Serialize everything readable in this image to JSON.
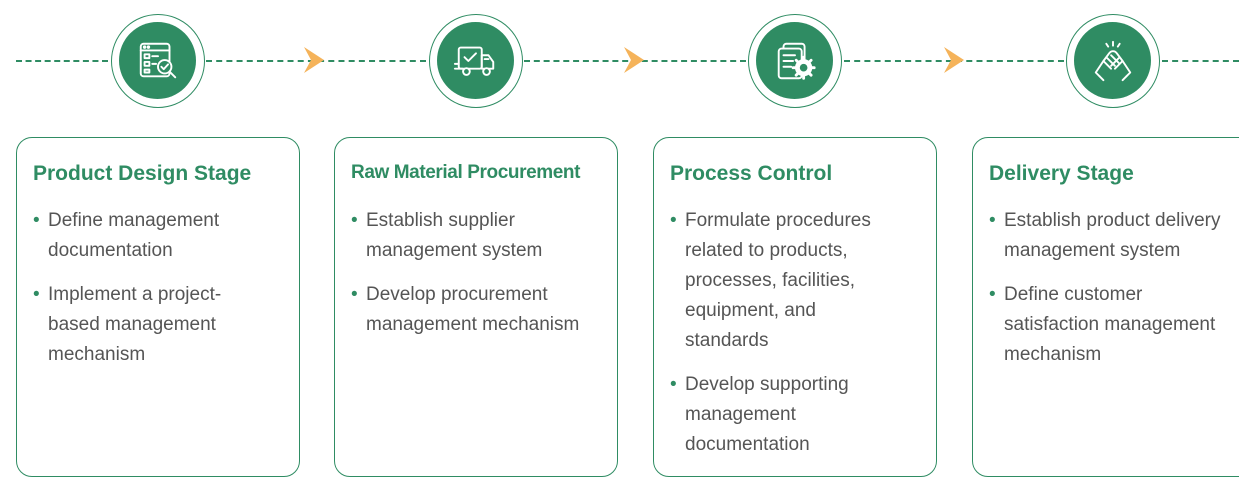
{
  "colors": {
    "accent": "#2f8c63",
    "arrow": "#f5b35a",
    "text": "#555555"
  },
  "stages": [
    {
      "title": "Product Design Stage",
      "icon": "design-document-icon",
      "bullets": [
        {
          "lines": [
            "Define management",
            "documentation"
          ]
        },
        {
          "lines": [
            "Implement a project-",
            "based management",
            "mechanism"
          ]
        }
      ]
    },
    {
      "title": "Raw Material Procurement",
      "icon": "delivery-truck-icon",
      "bullets": [
        {
          "lines": [
            "Establish supplier",
            "management system"
          ]
        },
        {
          "lines": [
            "Develop procurement",
            "management mechanism"
          ]
        }
      ]
    },
    {
      "title": "Process Control",
      "icon": "document-gear-icon",
      "bullets": [
        {
          "lines": [
            "Formulate procedures",
            "related to products,",
            "processes, facilities,",
            "equipment, and",
            "standards"
          ]
        },
        {
          "lines": [
            "Develop supporting",
            "management",
            "documentation"
          ]
        }
      ]
    },
    {
      "title": "Delivery Stage",
      "icon": "handshake-icon",
      "bullets": [
        {
          "lines": [
            "Establish product delivery",
            "management system"
          ]
        },
        {
          "lines": [
            "Define customer",
            "satisfaction management",
            "mechanism"
          ]
        }
      ]
    }
  ]
}
